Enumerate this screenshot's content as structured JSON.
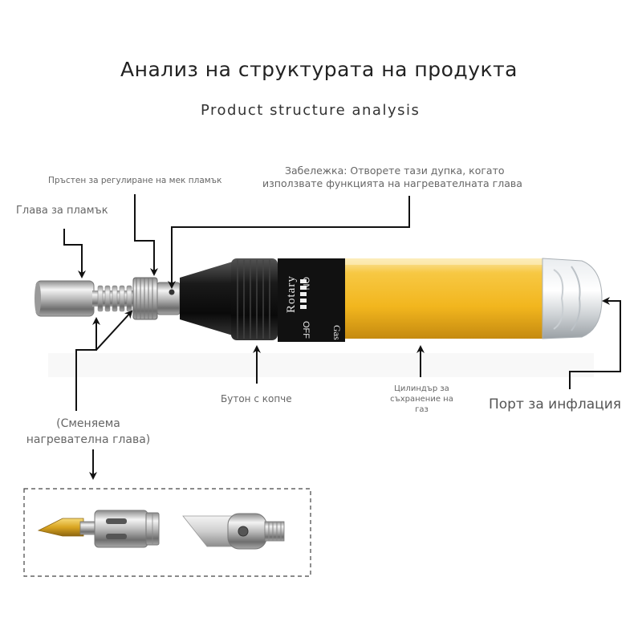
{
  "title": "Анализ на структурата на продукта",
  "subtitle": "Product structure analysis",
  "labels": {
    "flame_head": "Глава за пламък",
    "soft_flame_ring": "Пръстен за регулиране на мек пламък",
    "note_line1": "Забележка: Отворете тази дупка, когато",
    "note_line2": "използвате функцията на нагревателната глава",
    "button": "Бутон с копче",
    "cylinder_line1": "Цилиндър за",
    "cylinder_line2": "съхранение на",
    "cylinder_line3": "газ",
    "inflation_port": "Порт за инфлация",
    "replaceable_line1": "(Сменяема",
    "replaceable_line2": "нагревателна глава)"
  },
  "body_print": {
    "brand": "Rotary",
    "off": "OFF",
    "gas": "Gas",
    "on": "ON"
  },
  "colors": {
    "barrel_yellow": "#f2b61e",
    "black": "#1a1a1a",
    "arrow": "#111111",
    "dashed_box": "#444444",
    "brass_tip": "#d9a521"
  }
}
